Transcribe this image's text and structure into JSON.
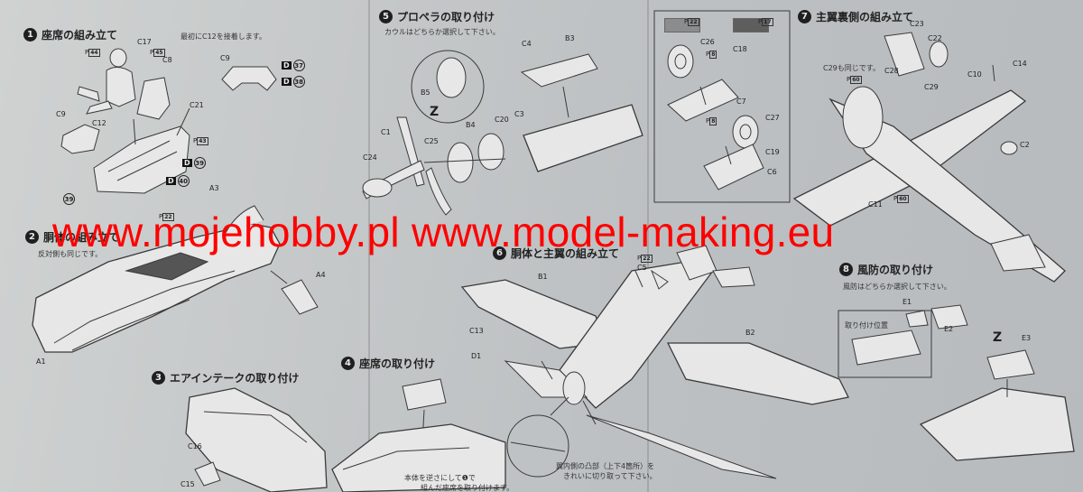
{
  "watermark": "www.mojehobby.pl www.model-making.eu",
  "colors": {
    "watermark": "#ff0000",
    "paper": "#c6c9ca",
    "swatch_a": "#8a8c8e",
    "swatch_b": "#5e5e5e"
  },
  "steps": [
    {
      "num": "1",
      "title": "座席の組み立て",
      "note": "最初にC12を接着します。"
    },
    {
      "num": "2",
      "title": "胴体の組み立て",
      "note": "反対側も同じです。"
    },
    {
      "num": "3",
      "title": "エアインテークの取り付け",
      "note": ""
    },
    {
      "num": "4",
      "title": "座席の取り付け",
      "note": "本体を逆さにして❶で",
      "note2": "組んだ座席を取り付けます。"
    },
    {
      "num": "5",
      "title": "プロペラの取り付け",
      "note": "カウルはどちらか選択して下さい。"
    },
    {
      "num": "6",
      "title": "胴体と主翼の組み立て",
      "note": "翼内側の凸部（上下4箇所）を",
      "note2": "きれいに切り取って下さい。"
    },
    {
      "num": "7",
      "title": "主翼裏側の組み立て",
      "note": "C29も同じです。"
    },
    {
      "num": "8",
      "title": "風防の取り付け",
      "note": "風防はどちらか選択して下さい。",
      "note2": "取り付け位置"
    }
  ],
  "parts": {
    "s1": [
      "C17",
      "C8",
      "C9",
      "C12",
      "C21",
      "C9"
    ],
    "s1_refs": [
      "44",
      "45",
      "43"
    ],
    "s1_decals": [
      {
        "d": "D",
        "n": "37"
      },
      {
        "d": "D",
        "n": "38"
      },
      {
        "d": "D",
        "n": "39"
      },
      {
        "d": "D",
        "n": "40"
      }
    ],
    "s1_c39": "39",
    "s2": [
      "A3",
      "A4",
      "A1"
    ],
    "s2_ref": "22",
    "s3": [
      "C16",
      "C15"
    ],
    "s5": [
      "C4",
      "B3",
      "B5",
      "B4",
      "C20",
      "C3",
      "C1",
      "C25",
      "C24"
    ],
    "s5_mark": "Z",
    "s6": [
      "B1",
      "C5",
      "C13",
      "B2",
      "D1"
    ],
    "s6_ref": "22",
    "s7": [
      "C23",
      "C22",
      "C26",
      "C18",
      "C7",
      "C27",
      "C19",
      "C6",
      "C28",
      "C29",
      "C10",
      "C14",
      "C2",
      "C11"
    ],
    "s7_refs": [
      "22",
      "17",
      "8",
      "8",
      "60",
      "60"
    ],
    "s8": [
      "E1",
      "E2",
      "E3"
    ],
    "s8_mark": "Z"
  }
}
